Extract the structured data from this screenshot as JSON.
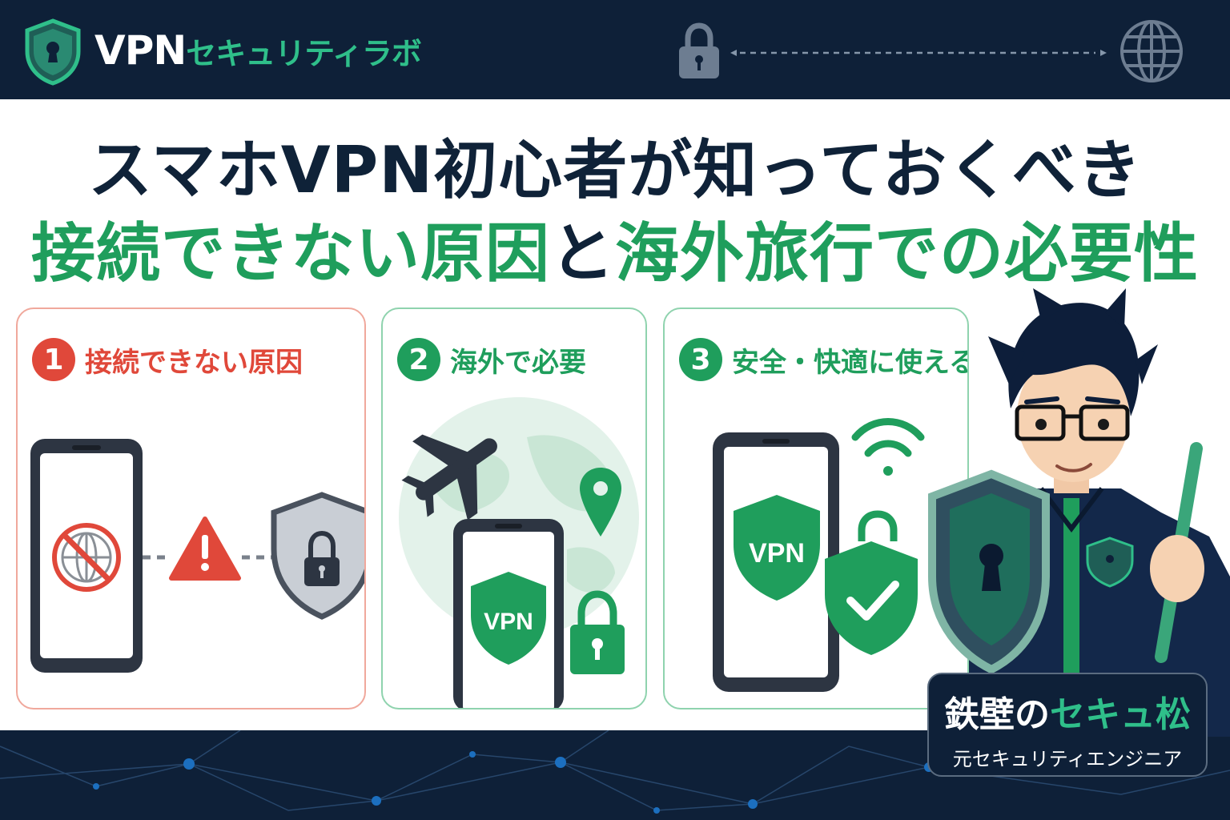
{
  "header": {
    "brand_main": "VPN",
    "brand_sub": "セキュリティラボ"
  },
  "headline": {
    "line1": "スマホVPN初心者が知っておくべき",
    "line2_part1": "接続できない原因",
    "line2_part2": "と",
    "line2_part3": "海外旅行での必要性"
  },
  "cards": [
    {
      "number": "1",
      "title": "接続できない原因"
    },
    {
      "number": "2",
      "title": "海外で必要",
      "badge_text": "VPN"
    },
    {
      "number": "3",
      "title": "安全・快適に使える",
      "badge_text": "VPN"
    }
  ],
  "character": {
    "name_part1": "鉄壁の",
    "name_part2": "セキュ松",
    "role": "元セキュリティエンジニア"
  },
  "colors": {
    "navy": "#0e2038",
    "green": "#1f9e5c",
    "accent_green": "#2fbf8a",
    "red": "#e0483a",
    "gray": "#5b6473"
  },
  "icons": [
    "shield-keyhole-icon",
    "lock-icon",
    "globe-icon",
    "phone-icon",
    "no-internet-icon",
    "warning-icon",
    "shield-lock-icon",
    "airplane-icon",
    "location-pin-icon",
    "vpn-shield-icon",
    "padlock-icon",
    "wifi-icon",
    "check-shield-icon"
  ]
}
